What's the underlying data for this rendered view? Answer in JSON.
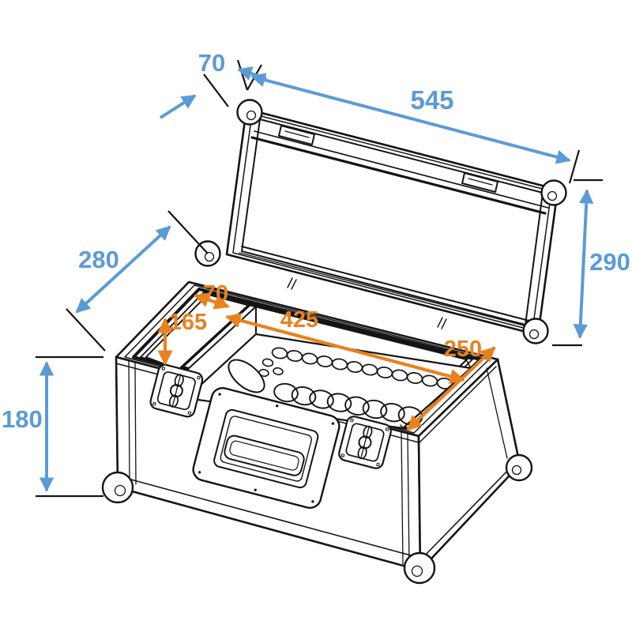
{
  "drawing": {
    "subject": "Flight case with open lid and microphone insert - dimensional drawing"
  },
  "colors": {
    "blue": "#5B9BD5",
    "orange": "#E8821E",
    "line": "#141414",
    "background": "#FFFFFF"
  },
  "dimensions": {
    "lid_thickness": "70",
    "lid_length": "545",
    "lid_open_height": "290",
    "top_depth": "280",
    "body_height": "180",
    "compartment_width": "70",
    "compartment_depth": "165",
    "insert_length": "425",
    "insert_width": "250"
  }
}
